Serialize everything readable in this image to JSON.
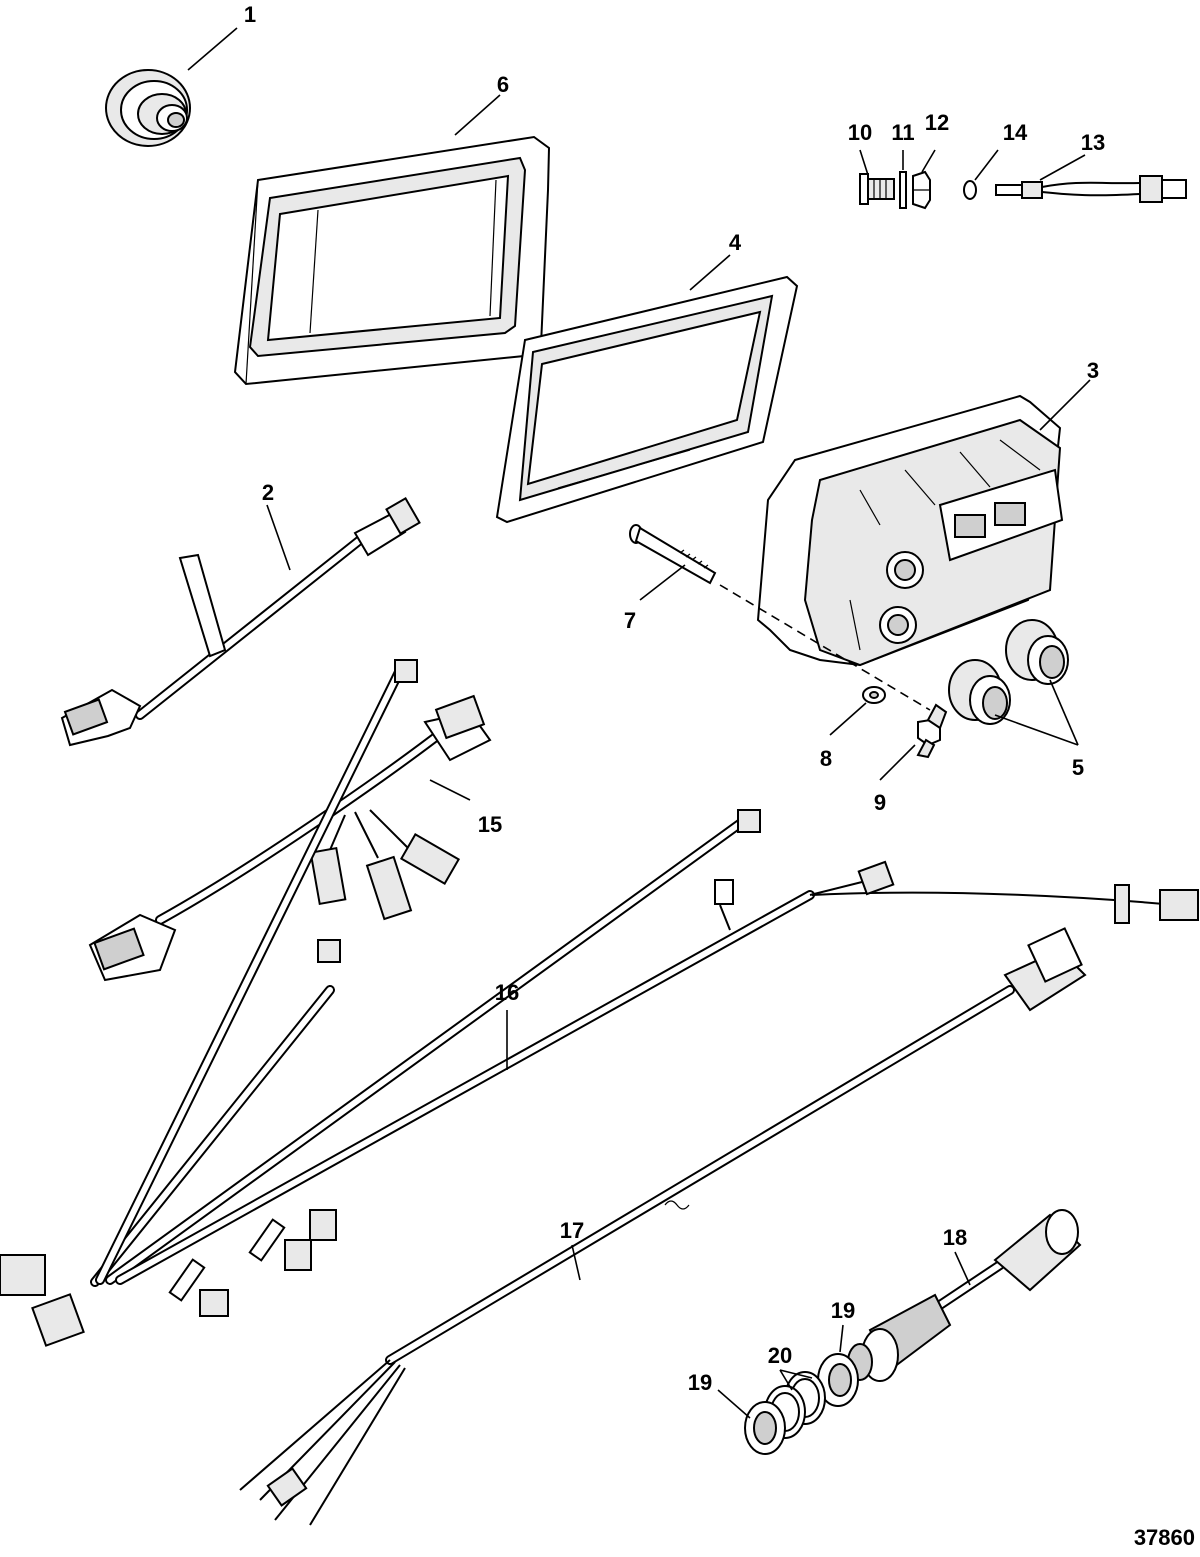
{
  "figure_id": "37860",
  "callouts": [
    {
      "id": "c1",
      "label": "1"
    },
    {
      "id": "c2",
      "label": "2"
    },
    {
      "id": "c3",
      "label": "3"
    },
    {
      "id": "c4",
      "label": "4"
    },
    {
      "id": "c5",
      "label": "5"
    },
    {
      "id": "c6",
      "label": "6"
    },
    {
      "id": "c7",
      "label": "7"
    },
    {
      "id": "c8",
      "label": "8"
    },
    {
      "id": "c9",
      "label": "9"
    },
    {
      "id": "c10",
      "label": "10"
    },
    {
      "id": "c11",
      "label": "11"
    },
    {
      "id": "c12",
      "label": "12"
    },
    {
      "id": "c13",
      "label": "13"
    },
    {
      "id": "c14",
      "label": "14"
    },
    {
      "id": "c15",
      "label": "15"
    },
    {
      "id": "c16",
      "label": "16"
    },
    {
      "id": "c17",
      "label": "17"
    },
    {
      "id": "c18",
      "label": "18"
    },
    {
      "id": "c19a",
      "label": "19"
    },
    {
      "id": "c19b",
      "label": "19"
    },
    {
      "id": "c20",
      "label": "20"
    }
  ]
}
